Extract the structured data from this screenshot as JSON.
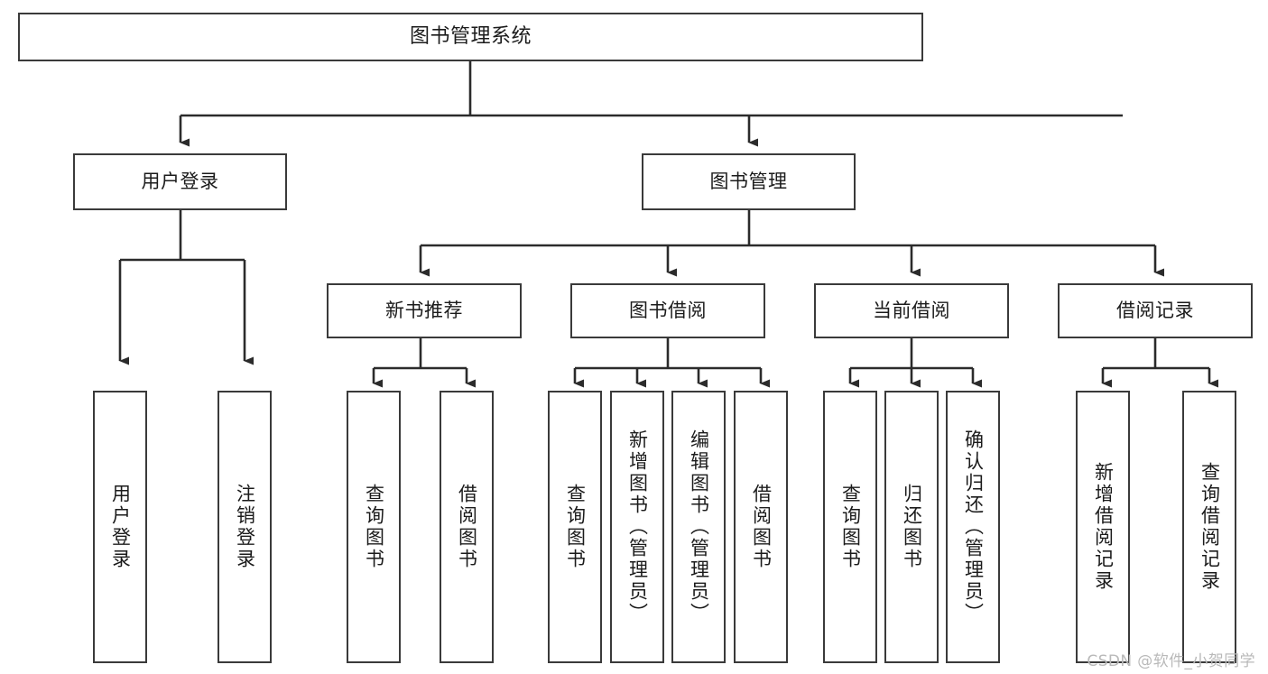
{
  "diagram": {
    "type": "tree-hierarchy",
    "title": "图书管理系统",
    "watermark": "CSDN @软件_小贺同学",
    "colors": {
      "box_border": "#3a3a3a",
      "box_fill": "#ffffff",
      "connector": "#2b2b2b",
      "text": "#1b1b1b",
      "watermark": "#b9b9b9"
    },
    "nodes": {
      "root": {
        "label": "图书管理系统",
        "level": 1,
        "orientation": "horizontal"
      },
      "l2": [
        {
          "id": "user-login",
          "label": "用户登录",
          "level": 2,
          "orientation": "horizontal"
        },
        {
          "id": "book-management",
          "label": "图书管理",
          "level": 2,
          "orientation": "horizontal"
        }
      ],
      "l3": [
        {
          "id": "new-book-recommend",
          "label": "新书推荐",
          "level": 3,
          "orientation": "horizontal"
        },
        {
          "id": "book-borrow",
          "label": "图书借阅",
          "level": 3,
          "orientation": "horizontal"
        },
        {
          "id": "current-borrow",
          "label": "当前借阅",
          "level": 3,
          "orientation": "horizontal"
        },
        {
          "id": "borrow-record",
          "label": "借阅记录",
          "level": 3,
          "orientation": "horizontal"
        }
      ],
      "leaves": [
        {
          "id": "leaf-user-login",
          "label": "用户登录",
          "parent": "user-login",
          "orientation": "vertical"
        },
        {
          "id": "leaf-logout",
          "label": "注销登录",
          "parent": "user-login",
          "orientation": "vertical"
        },
        {
          "id": "leaf-query-book-1",
          "label": "查询图书",
          "parent": "new-book-recommend",
          "orientation": "vertical"
        },
        {
          "id": "leaf-borrow-book-1",
          "label": "借阅图书",
          "parent": "new-book-recommend",
          "orientation": "vertical"
        },
        {
          "id": "leaf-query-book-2",
          "label": "查询图书",
          "parent": "book-borrow",
          "orientation": "vertical"
        },
        {
          "id": "leaf-add-book",
          "label": "新增图书（管理员）",
          "parent": "book-borrow",
          "orientation": "vertical"
        },
        {
          "id": "leaf-edit-book",
          "label": "编辑图书（管理员）",
          "parent": "book-borrow",
          "orientation": "vertical"
        },
        {
          "id": "leaf-borrow-book-2",
          "label": "借阅图书",
          "parent": "book-borrow",
          "orientation": "vertical"
        },
        {
          "id": "leaf-query-book-3",
          "label": "查询图书",
          "parent": "current-borrow",
          "orientation": "vertical"
        },
        {
          "id": "leaf-return-book",
          "label": "归还图书",
          "parent": "current-borrow",
          "orientation": "vertical"
        },
        {
          "id": "leaf-confirm-return",
          "label": "确认归还（管理员）",
          "parent": "current-borrow",
          "orientation": "vertical"
        },
        {
          "id": "leaf-add-record",
          "label": "新增借阅记录",
          "parent": "borrow-record",
          "orientation": "vertical"
        },
        {
          "id": "leaf-query-record",
          "label": "查询借阅记录",
          "parent": "borrow-record",
          "orientation": "vertical"
        }
      ]
    }
  }
}
